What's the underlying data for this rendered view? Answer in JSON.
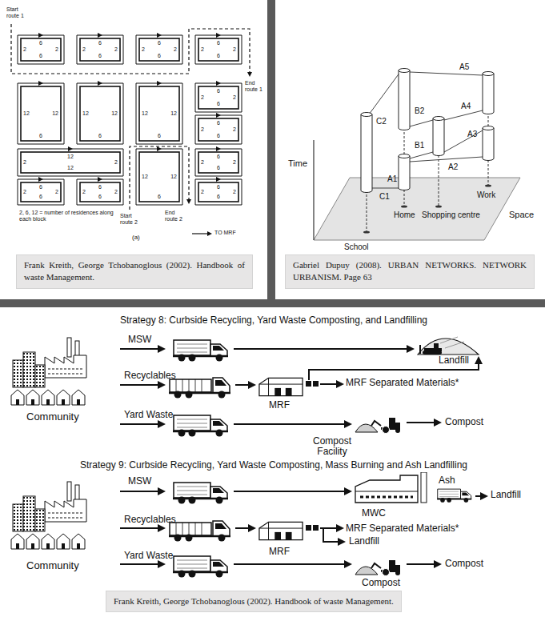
{
  "diagram": {
    "nodes": [
      {
        "text": [
          "Frank Kreith, George Tchobanoglous (2002). Handbook of waste Management."
        ]
      },
      {
        "text": [
          "Gabriel Dupuy (2008). URBAN NETWORKS. NETWORK URBANISM. Page 63"
        ]
      },
      {
        "text": [
          "Frank Kreith, George Tchobanoglous (2002). Handbook of waste Management."
        ]
      }
    ],
    "labels": [
      "Start route 1",
      "2",
      "6",
      "2",
      "6",
      "2",
      "6",
      "2",
      "6",
      "2",
      "6",
      "2",
      "6",
      "2",
      "6",
      "2",
      "6",
      "End route 1",
      "12",
      "12",
      "6",
      "12",
      "12",
      "6",
      "12",
      "12",
      "6",
      "2",
      "6",
      "2",
      "6",
      "2",
      "6",
      "2",
      "6",
      "2",
      "12",
      "2",
      "12",
      "12",
      "12",
      "6",
      "2",
      "6",
      "2",
      "6",
      "2",
      "6",
      "2",
      "6",
      "2",
      "6",
      "2",
      "6",
      "2",
      "6",
      "2",
      "6",
      "2, 6, 12 = number of residences along each block",
      "Start route 2",
      "End route 2",
      "TO MRF",
      "(a)",
      "A5",
      "C2",
      "B2",
      "A4",
      "A3",
      "B1",
      "A2",
      "Time",
      "A1",
      "C1",
      "Work",
      "Space",
      "Home",
      "Shopping centre",
      "School",
      "Strategy 8: Curbside Recycling, Yard Waste Composting, and Landfilling",
      "MSW",
      "Landfill",
      "Recyclables",
      "MRF",
      "MRF Separated Materials*",
      "Yard Waste",
      "Compost",
      "Community",
      "Compost Facility",
      "Strategy 9: Curbside Recycling, Yard Waste Composting, Mass Burning and Ash Landfilling",
      "MSW",
      "Ash",
      "Landfill",
      "MWC",
      "Recyclables",
      "MRF",
      "MRF Separated Materials*",
      "Landfill",
      "Yard Waste",
      "Compost",
      "Community",
      "Compost"
    ]
  }
}
